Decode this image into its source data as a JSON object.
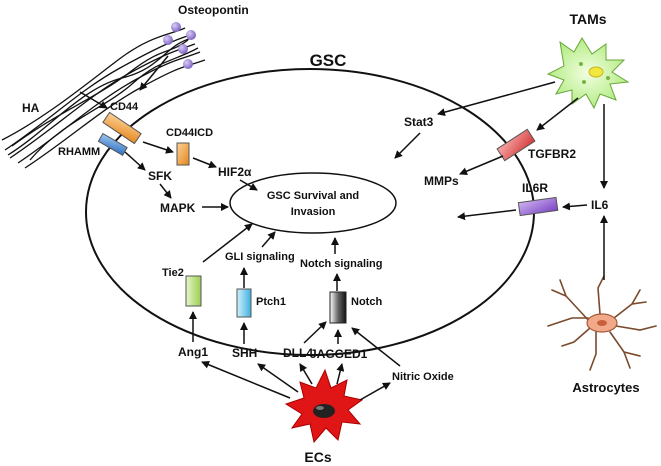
{
  "title": "GSC",
  "center_text_line1": "GSC Survival and",
  "center_text_line2": "Invasion",
  "labels": {
    "osteopontin": "Osteopontin",
    "ha": "HA",
    "cd44": "CD44",
    "rhamm": "RHAMM",
    "cd44icd": "CD44ICD",
    "hif2a": "HIF2α",
    "sfk": "SFK",
    "mapk": "MAPK",
    "stat3": "Stat3",
    "tgfbr2": "TGFBR2",
    "mmps": "MMPs",
    "il6r": "IL6R",
    "il6": "IL6",
    "tams": "TAMs",
    "astrocytes": "Astrocytes",
    "tie2": "Tie2",
    "ptch1": "Ptch1",
    "notch": "Notch",
    "gli_signaling": "GLI signaling",
    "notch_signaling": "Notch signaling",
    "ang1": "Ang1",
    "shh": "SHH",
    "dll4": "DLL4",
    "jagged1": "JAGGED1",
    "nitric_oxide": "Nitric Oxide",
    "ecs": "ECs"
  },
  "colors": {
    "cd44_receptor": "#f5a23a",
    "rhamm_receptor": "#4a8fd8",
    "cd44icd_box": "#f5a23a",
    "tgfbr2_receptor": "#e85a5a",
    "il6r_receptor": "#9b6ad6",
    "tie2_receptor": "#b8e07a",
    "ptch1_receptor": "#6cc8ee",
    "notch_receptor": "#333333",
    "osteopontin_dots": "#9a7fd0",
    "tam_cell": "#c8f59a",
    "ec_star": "#e01515",
    "astrocyte_body": "#f2a98a"
  }
}
